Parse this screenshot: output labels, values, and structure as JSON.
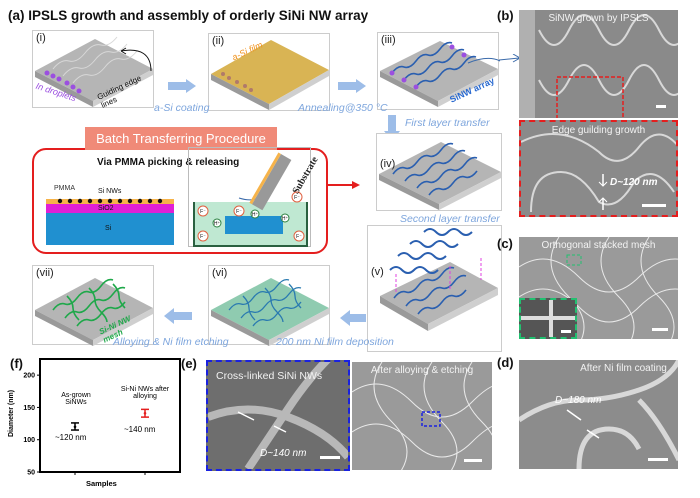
{
  "panel_a": {
    "title": "(a) IPSLS growth and assembly of orderly SiNi NW array",
    "steps": [
      {
        "roman": "(i)",
        "labels": [
          "In droplets",
          "Guiding edge lines"
        ]
      },
      {
        "roman": "(ii)",
        "labels": [
          "a-Si film"
        ]
      },
      {
        "roman": "(iii)",
        "labels": [
          "SiNW array"
        ]
      },
      {
        "roman": "(iv)",
        "labels": []
      },
      {
        "roman": "(v)",
        "labels": []
      },
      {
        "roman": "(vi)",
        "labels": []
      },
      {
        "roman": "(vii)",
        "labels": [
          "Si-Ni NW mesh"
        ]
      }
    ],
    "transitions": [
      "a-Si coating",
      "Annealing@350 °C",
      "First layer transfer",
      "Second layer transfer",
      "200 nm Ni film deposition",
      "Alloying & Ni film etching"
    ],
    "batch": {
      "header": "Batch Transferring Procedure",
      "subtitle": "Via PMMA picking & releasing",
      "layers": [
        "PMMA",
        "Si NWs",
        "SiO2",
        "Si"
      ],
      "substrate": "Substrate",
      "ions": [
        "F-",
        "H+"
      ]
    },
    "colors": {
      "batch_border": "#e41e1e",
      "batch_header": "#f08a78",
      "arrow": "#9dbde8",
      "nw_blue": "#2a5fb0",
      "nw_green": "#1fa84a",
      "droplet": "#9b4fe0",
      "asi_film": "#d9b454"
    }
  },
  "panel_b": {
    "label": "(b)",
    "title": "SiNW grown by IPSLS",
    "zoom_title": "Edge guilding growth",
    "diameter": "D~120 nm"
  },
  "panel_c": {
    "label": "(c)",
    "title": "Orthogonal stacked mesh"
  },
  "panel_d": {
    "label": "(d)",
    "title": "After Ni film coating",
    "diameter": "D~180 nm"
  },
  "panel_e": {
    "label": "(e)",
    "left_title": "Cross-linked SiNi NWs",
    "diameter": "D~140 nm",
    "right_title": "After alloying & etching"
  },
  "panel_f": {
    "label": "(f)"
  },
  "chart_data": {
    "type": "scatter",
    "xlabel": "Samples",
    "ylabel": "Diameter (nm)",
    "ylim": [
      50,
      225
    ],
    "yticks": [
      50,
      100,
      150,
      200
    ],
    "categories": [
      "As-grown SiNWs",
      "Si-Ni NWs after alloying"
    ],
    "points": [
      {
        "category": "As-grown SiNWs",
        "value": 120,
        "err_low": 115,
        "err_high": 126,
        "annotation": "~120 nm",
        "color": "#000000"
      },
      {
        "category": "Si-Ni NWs after alloying",
        "value": 141,
        "err_low": 135,
        "err_high": 147,
        "annotation": "~140 nm",
        "color": "#e41e1e"
      }
    ]
  }
}
